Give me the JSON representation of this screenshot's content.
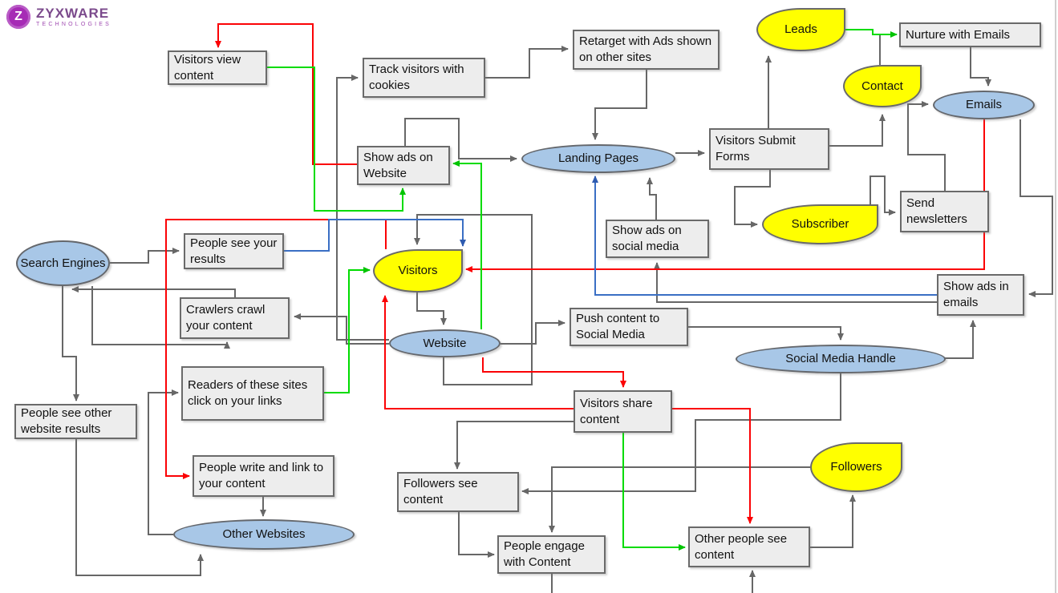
{
  "logo": {
    "brand": "ZYXWARE",
    "tagline": "TECHNOLOGIES",
    "letter": "Z"
  },
  "colors": {
    "process_fill": "#ededed",
    "channel_fill": "#a8c7e7",
    "persona_fill": "#ffff00",
    "edge_gray": "#676767",
    "edge_red": "#fb0205",
    "edge_green": "#00dc00",
    "edge_blue": "#3a6fc4",
    "logo_purple": "#a62bb5"
  },
  "nodes": {
    "visitors_view_content": {
      "label": "Visitors view content",
      "shape": "rect"
    },
    "track_visitors": {
      "label": "Track visitors with cookies",
      "shape": "rect"
    },
    "retarget_ads": {
      "label": "Retarget with Ads shown on other sites",
      "shape": "rect"
    },
    "show_ads_website": {
      "label": "Show ads on Website",
      "shape": "rect"
    },
    "visitors_submit_forms": {
      "label": "Visitors Submit Forms",
      "shape": "rect"
    },
    "nurture_with_emails": {
      "label": "Nurture with Emails",
      "shape": "rect"
    },
    "send_newsletters": {
      "label": "Send newsletters",
      "shape": "rect"
    },
    "show_ads_social": {
      "label": "Show ads on social media",
      "shape": "rect"
    },
    "people_see_results": {
      "label": "People see your results",
      "shape": "rect"
    },
    "crawlers_crawl": {
      "label": "Crawlers crawl your content",
      "shape": "rect"
    },
    "show_ads_emails": {
      "label": "Show ads in emails",
      "shape": "rect"
    },
    "push_content": {
      "label": "Push content to Social Media",
      "shape": "rect"
    },
    "people_see_other": {
      "label": "People see other website results",
      "shape": "rect"
    },
    "readers_click": {
      "label": "Readers of these sites click on your links",
      "shape": "rect"
    },
    "people_write_link": {
      "label": "People write and link to your content",
      "shape": "rect"
    },
    "visitors_share": {
      "label": "Visitors share content",
      "shape": "rect"
    },
    "followers_see": {
      "label": "Followers see content",
      "shape": "rect"
    },
    "people_engage": {
      "label": "People engage with Content",
      "shape": "rect"
    },
    "other_people_see": {
      "label": "Other people see content",
      "shape": "rect"
    },
    "search_engines": {
      "label": "Search Engines",
      "shape": "ellipse"
    },
    "landing_pages": {
      "label": "Landing Pages",
      "shape": "ellipse"
    },
    "emails": {
      "label": "Emails",
      "shape": "ellipse"
    },
    "website": {
      "label": "Website",
      "shape": "ellipse"
    },
    "social_media_handle": {
      "label": "Social Media Handle",
      "shape": "ellipse"
    },
    "other_websites": {
      "label": "Other Websites",
      "shape": "ellipse"
    },
    "leads": {
      "label": "Leads",
      "shape": "persona"
    },
    "contact": {
      "label": "Contact",
      "shape": "persona"
    },
    "subscriber": {
      "label": "Subscriber",
      "shape": "persona"
    },
    "visitors": {
      "label": "Visitors",
      "shape": "persona"
    },
    "followers": {
      "label": "Followers",
      "shape": "persona"
    }
  },
  "edges": [
    {
      "from": "website",
      "to": "track_visitors",
      "color": "gray"
    },
    {
      "from": "track_visitors",
      "to": "retarget_ads",
      "color": "gray"
    },
    {
      "from": "retarget_ads",
      "to": "landing_pages",
      "color": "gray"
    },
    {
      "from": "show_ads_website",
      "to": "landing_pages",
      "color": "gray"
    },
    {
      "from": "landing_pages",
      "to": "visitors_submit_forms",
      "color": "gray"
    },
    {
      "from": "show_ads_social",
      "to": "landing_pages",
      "color": "gray"
    },
    {
      "from": "show_ads_emails",
      "to": "show_ads_social",
      "color": "gray"
    },
    {
      "from": "visitors_submit_forms",
      "to": "leads",
      "color": "gray"
    },
    {
      "from": "visitors_submit_forms",
      "to": "contact",
      "color": "gray"
    },
    {
      "from": "visitors_submit_forms",
      "to": "subscriber",
      "color": "gray"
    },
    {
      "from": "subscriber",
      "to": "send_newsletters",
      "color": "gray"
    },
    {
      "from": "send_newsletters",
      "to": "emails",
      "color": "gray"
    },
    {
      "from": "contact",
      "to": "nurture_with_emails",
      "color": "gray"
    },
    {
      "from": "nurture_with_emails",
      "to": "emails",
      "color": "gray"
    },
    {
      "from": "emails",
      "to": "show_ads_emails",
      "color": "gray"
    },
    {
      "from": "social_media_handle",
      "to": "show_ads_emails",
      "color": "gray"
    },
    {
      "from": "push_content",
      "to": "social_media_handle",
      "color": "gray"
    },
    {
      "from": "website",
      "to": "push_content",
      "color": "gray"
    },
    {
      "from": "visitors",
      "to": "website",
      "color": "gray"
    },
    {
      "from": "website",
      "to": "visitors",
      "color": "gray"
    },
    {
      "from": "website",
      "to": "crawlers_crawl",
      "color": "gray"
    },
    {
      "from": "search_engines",
      "to": "people_see_results",
      "color": "gray"
    },
    {
      "from": "crawlers_crawl",
      "to": "search_engines",
      "color": "gray"
    },
    {
      "from": "search_engines",
      "to": "crawlers_crawl",
      "color": "gray"
    },
    {
      "from": "search_engines",
      "to": "people_see_other",
      "color": "gray"
    },
    {
      "from": "people_see_other",
      "to": "other_websites",
      "color": "gray"
    },
    {
      "from": "other_websites",
      "to": "readers_click",
      "color": "gray"
    },
    {
      "from": "people_write_link",
      "to": "other_websites",
      "color": "gray"
    },
    {
      "from": "visitors_share",
      "to": "followers_see",
      "color": "gray"
    },
    {
      "from": "social_media_handle",
      "to": "followers_see",
      "color": "gray"
    },
    {
      "from": "followers",
      "to": "people_engage",
      "color": "gray"
    },
    {
      "from": "followers_see",
      "to": "people_engage",
      "color": "gray"
    },
    {
      "from": "other_people_see",
      "to": "followers",
      "color": "gray"
    },
    {
      "from": "people_engage",
      "to": "other_people_see",
      "color": "gray"
    },
    {
      "from": "show_ads_website",
      "to": "visitors_view_content",
      "color": "red"
    },
    {
      "from": "visitors_share",
      "to": "visitors",
      "color": "red"
    },
    {
      "from": "emails",
      "to": "visitors",
      "color": "red"
    },
    {
      "from": "visitors",
      "to": "people_write_link",
      "color": "red"
    },
    {
      "from": "website",
      "to": "visitors_share",
      "color": "red"
    },
    {
      "from": "visitors_share",
      "to": "other_people_see",
      "color": "red"
    },
    {
      "from": "visitors_view_content",
      "to": "show_ads_website",
      "color": "green"
    },
    {
      "from": "website",
      "to": "show_ads_website",
      "color": "green"
    },
    {
      "from": "readers_click",
      "to": "visitors",
      "color": "green"
    },
    {
      "from": "visitors_share",
      "to": "other_people_see",
      "color": "green"
    },
    {
      "from": "leads",
      "to": "nurture_with_emails",
      "color": "green"
    },
    {
      "from": "people_see_results",
      "to": "visitors",
      "color": "blue"
    },
    {
      "from": "show_ads_emails",
      "to": "landing_pages",
      "color": "blue"
    }
  ]
}
